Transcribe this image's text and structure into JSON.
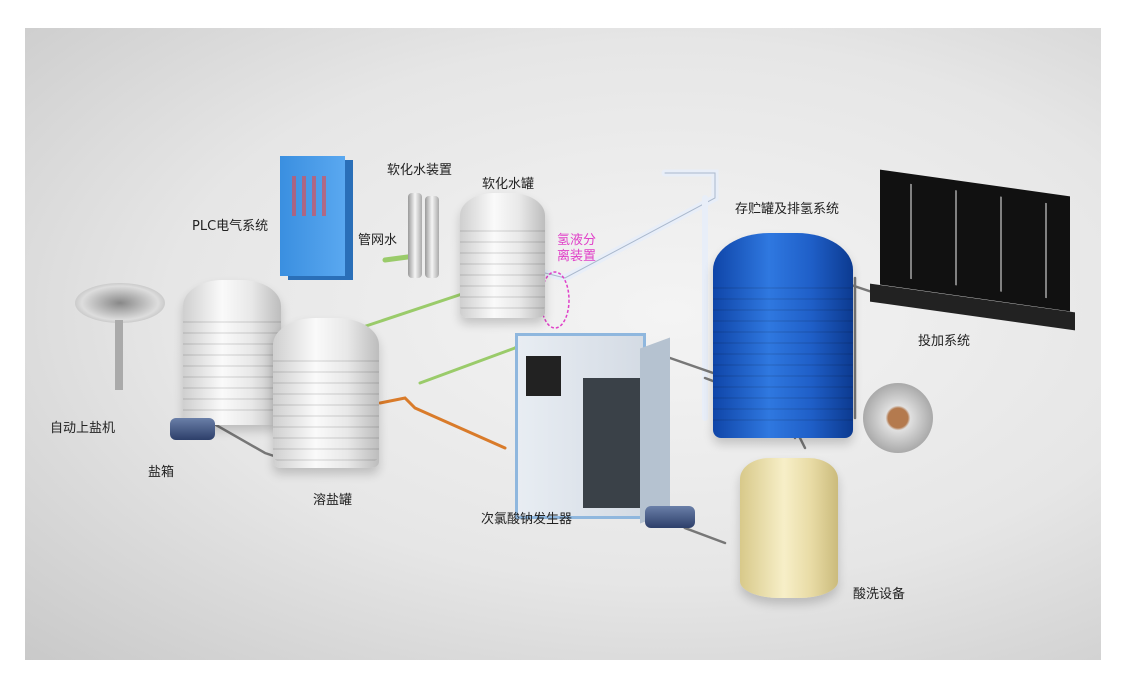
{
  "labels": {
    "plc": "PLC电气系统",
    "softener": "软化水装置",
    "soft_tank": "软化水罐",
    "tap_water": "管网水",
    "separator_line1": "氢液分",
    "separator_line2": "离装置",
    "storage": "存贮罐及排氢系统",
    "dosing": "投加系统",
    "salt_loader": "自动上盐机",
    "salt_box": "盐箱",
    "brine_tank": "溶盐罐",
    "generator": "次氯酸钠发生器",
    "acid_wash": "酸洗设备"
  },
  "colors": {
    "separator_label": "#e040c8",
    "storage_tank": "#1f5fc8",
    "acid_tank": "#efe2a8",
    "plc_cabinet": "#3a8fe0"
  }
}
